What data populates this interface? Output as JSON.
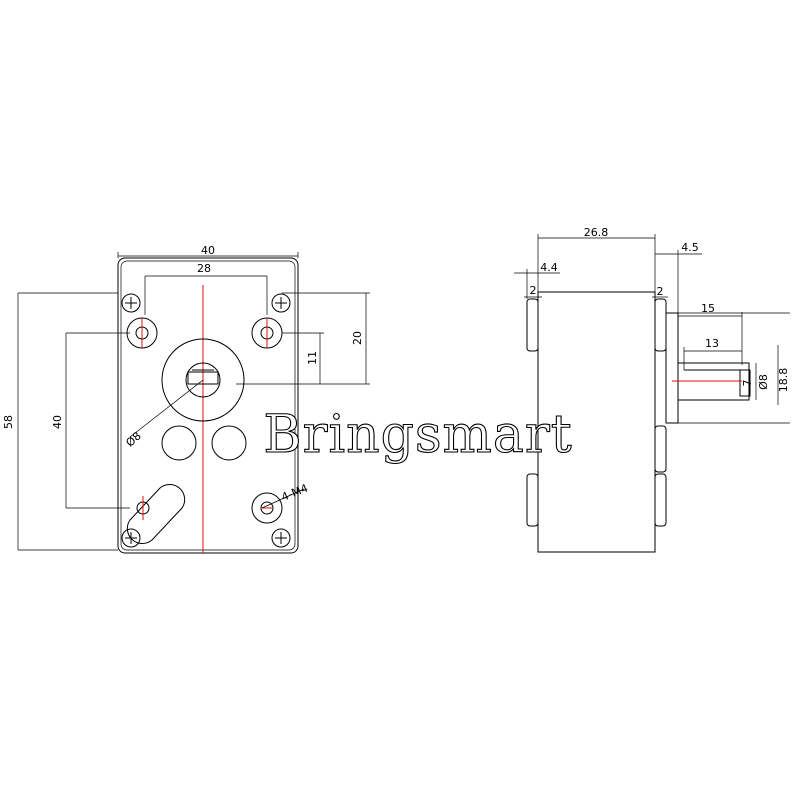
{
  "watermark": "Bringsmart",
  "front_view": {
    "dims": {
      "width_40": "40",
      "hole_spacing_28": "28",
      "height_58": "58",
      "hole_spacing_40": "40",
      "offset_20": "20",
      "offset_11": "11",
      "shaft_dia": "Ø8",
      "screw_spec": "4-M4"
    }
  },
  "side_view": {
    "dims": {
      "body_width": "26.8",
      "shaft_offset": "4.5",
      "flange_offset": "4.4",
      "flange_left": "2",
      "flange_right": "2",
      "shaft_length": "15",
      "flat_length": "13",
      "flat_width": "7",
      "shaft_dia": "Ø8",
      "boss_dia": "18.8"
    }
  }
}
